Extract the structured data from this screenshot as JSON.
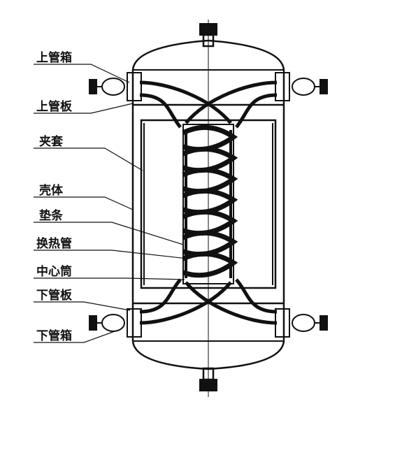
{
  "labels": {
    "upper_header": "上管箱",
    "upper_tubesheet": "上管板",
    "jacket": "夹套",
    "shell": "壳体",
    "spacer_strip": "垫条",
    "heat_exchange_tube": "换热管",
    "center_cylinder": "中心筒",
    "lower_tubesheet": "下管板",
    "lower_header": "下管箱"
  },
  "colors": {
    "line": "#111111",
    "background": "#ffffff"
  }
}
